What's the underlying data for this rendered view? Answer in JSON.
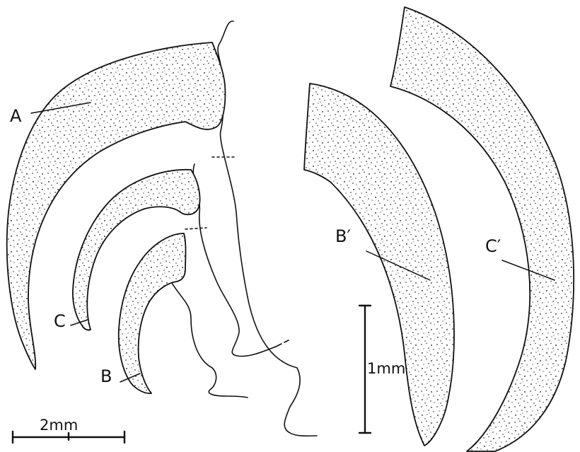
{
  "labels": {
    "a": "A",
    "b": "B",
    "c": "C",
    "b_prime": "B′",
    "c_prime": "C′"
  },
  "scale_bars": {
    "horizontal": "2mm",
    "vertical": "1mm"
  },
  "colors": {
    "ink": "#111111",
    "paper": "#ffffff"
  }
}
